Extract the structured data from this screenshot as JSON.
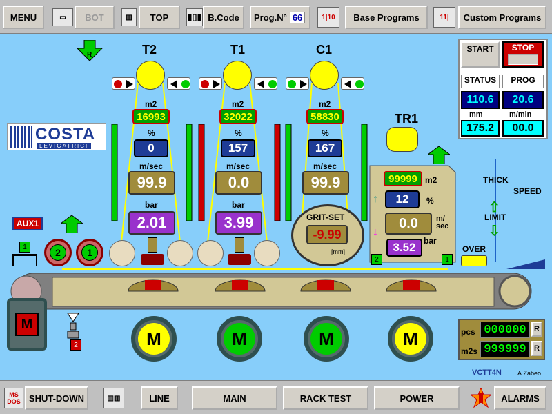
{
  "topbar": {
    "menu": "MENU",
    "bot": "BOT",
    "top": "TOP",
    "bcode": "B.Code",
    "prog_label": "Prog.N°",
    "prog_value": "66",
    "base_programs": "Base Programs",
    "custom_programs": "Custom Programs"
  },
  "units": [
    {
      "name": "T2",
      "m2": "16993",
      "pct": "0",
      "speed": "99.9",
      "bar": "2.01"
    },
    {
      "name": "T1",
      "m2": "32022",
      "pct": "157",
      "speed": "0.0",
      "bar": "3.99"
    },
    {
      "name": "C1",
      "m2": "58830",
      "pct": "167",
      "speed": "99.9"
    }
  ],
  "labels": {
    "m2": "m2",
    "pct": "%",
    "msec": "m/sec",
    "bar": "bar",
    "grit_set": "GRIT-SET",
    "grit_value": "-9.99",
    "grit_unit": "[mm]",
    "tr1": "TR1",
    "aux1": "AUX1",
    "over": "OVER",
    "thick": "THICK",
    "speed": "SPEED",
    "limit": "LIMIT",
    "r": "R"
  },
  "tr1": {
    "m2": "99999",
    "pct": "12",
    "speed": "0.0",
    "bar": "3.52",
    "unit_m2": "m2",
    "unit_pct": "%",
    "unit_msec": "m/\nsec",
    "unit_bar": "bar"
  },
  "control": {
    "start": "START",
    "stop": "STOP",
    "status": "STATUS",
    "prog": "PROG",
    "status_value": "110.6",
    "prog_value": "20.6",
    "mm": "mm",
    "mmin": "m/min",
    "mm_value": "175.2",
    "mmin_value": "00.0"
  },
  "counters": {
    "pcs_label": "pcs",
    "pcs_value": "000000",
    "m2s_label": "m2s",
    "m2s_value": "999999",
    "reset": "R"
  },
  "brand": {
    "name": "COSTA",
    "sub": "LEVIGATRICI",
    "model": "VCTT4N",
    "author": "A.Zabeo"
  },
  "motors": {
    "main": "M",
    "count_badge_1": "2",
    "count_badge_2": "1",
    "spindle_badge": "1",
    "drop_badge": "2"
  },
  "bottombar": {
    "shutdown": "SHUT-DOWN",
    "line": "LINE",
    "main": "MAIN",
    "rack_test": "RACK TEST",
    "power": "POWER",
    "alarms": "ALARMS",
    "msdos": "MS DOS"
  },
  "colors": {
    "bg": "#87cefa",
    "yellow": "#ffff00",
    "green": "#00cc00",
    "red": "#cc0000",
    "purple": "#9932cc",
    "olive": "#a08c3c",
    "navy": "#1e3c96"
  }
}
